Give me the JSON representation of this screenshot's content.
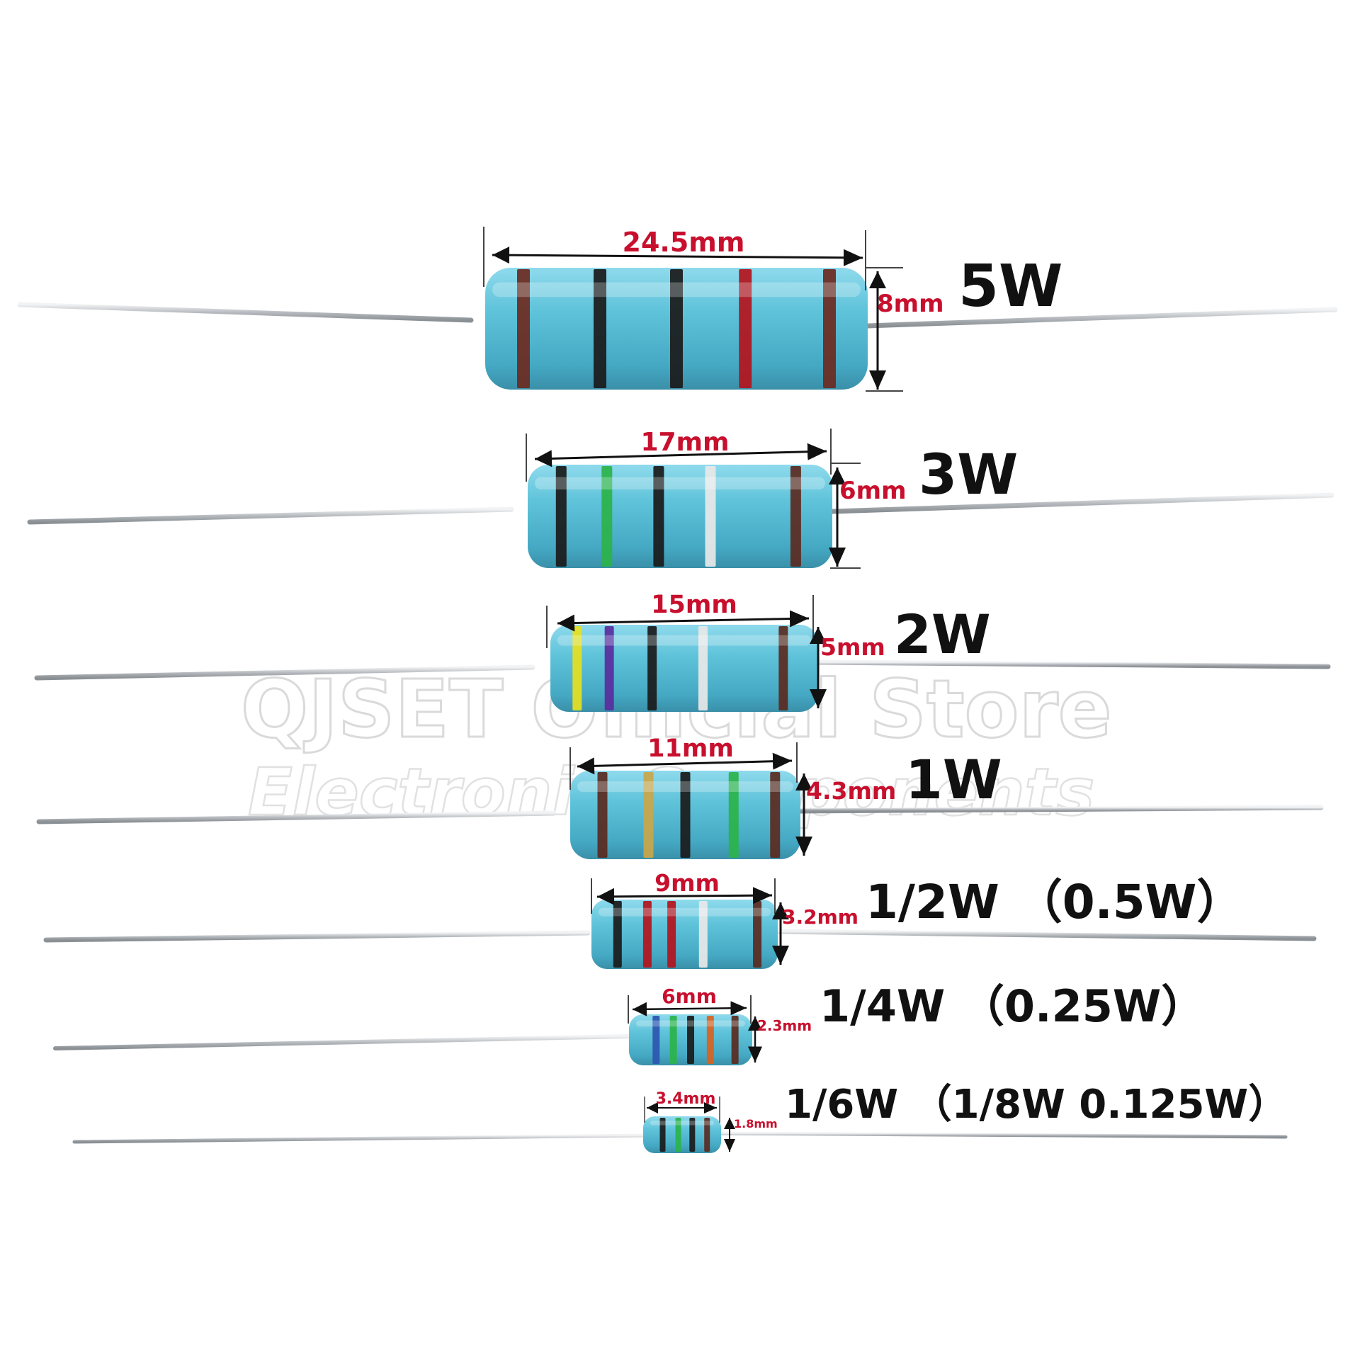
{
  "watermark": {
    "line1": "QJSET Official Store",
    "line2": "Electronic Components"
  },
  "colors": {
    "body": "#5fc3da",
    "body_dark": "#3a9ab5",
    "lead": "#c9cdd1",
    "dimension_text": "#c8102e",
    "power_text": "#111111"
  },
  "resistors": [
    {
      "id": "5w",
      "power": "5W",
      "length": "24.5mm",
      "diameter": "8mm",
      "bands": [
        "#6b2a1f",
        "#1a1a1a",
        "#1a1a1a",
        "#b3141c",
        "#6b2a1f"
      ]
    },
    {
      "id": "3w",
      "power": "3W",
      "length": "17mm",
      "diameter": "6mm",
      "bands": [
        "#1a1a1a",
        "#2bb34a",
        "#1a1a1a",
        "#e8e8e8",
        "#5a2a1f"
      ]
    },
    {
      "id": "2w",
      "power": "2W",
      "length": "15mm",
      "diameter": "5mm",
      "bands": [
        "#e6e020",
        "#5a2d9e",
        "#1a1a1a",
        "#e8e8e8",
        "#5a2a1f"
      ]
    },
    {
      "id": "1w",
      "power": "1W",
      "length": "11mm",
      "diameter": "4.3mm",
      "bands": [
        "#5a2a1f",
        "#c9a64a",
        "#1a1a1a",
        "#2bb34a",
        "#5a2a1f"
      ]
    },
    {
      "id": "half",
      "power": "1/2W （0.5W）",
      "length": "9mm",
      "diameter": "3.2mm",
      "bands": [
        "#1a1a1a",
        "#b3141c",
        "#b3141c",
        "#e8e8e8",
        "#5a2a1f"
      ]
    },
    {
      "id": "quarter",
      "power": "1/4W （0.25W）",
      "length": "6mm",
      "diameter": "2.3mm",
      "bands": [
        "#2b56b0",
        "#2bb34a",
        "#1a1a1a",
        "#d9621e",
        "#5a2a1f"
      ]
    },
    {
      "id": "sixth",
      "power": "1/6W （1/8W 0.125W）",
      "length": "3.4mm",
      "diameter": "1.8mm",
      "bands": [
        "#1a1a1a",
        "#2bb34a",
        "#1a1a1a",
        "#5a2a1f"
      ]
    }
  ]
}
